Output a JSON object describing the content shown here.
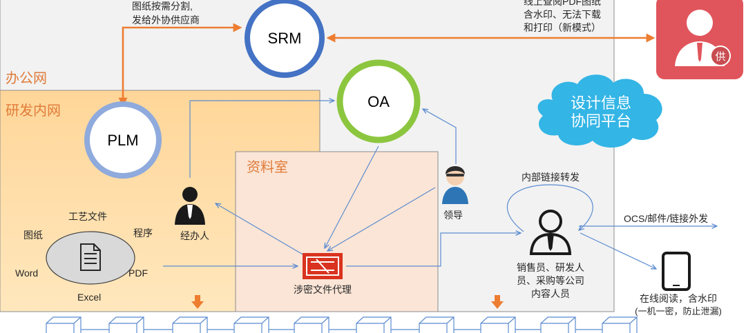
{
  "zones": {
    "office_net": "办公网",
    "rd_net": "研发内网",
    "archive_room": "资料室"
  },
  "nodes": {
    "srm": "SRM",
    "oa": "OA",
    "plm": "PLM"
  },
  "cloud": {
    "line1": "设计信息",
    "line2": "协同平台"
  },
  "annotations": {
    "split_line1": "图纸按需分割,",
    "split_line2": "发给外协供应商",
    "online_line1": "线上查阅PDF图纸",
    "online_line2": "含水印、无法下载",
    "online_line3": "和打印（新模式）",
    "internal_forward": "内部链接转发",
    "external_forward": "OCS/邮件/链接外发"
  },
  "people": {
    "handler": "经办人",
    "leader": "领导",
    "sales_line1": "销售员、研发人",
    "sales_line2": "员、采购等公司",
    "sales_line3": "内容人员",
    "supplier_badge": "供"
  },
  "files": {
    "drawing": "图纸",
    "process_doc": "工艺文件",
    "program": "程序",
    "word": "Word",
    "pdf": "PDF",
    "excel": "Excel"
  },
  "proxy": {
    "label": "涉密文件代理"
  },
  "tablet": {
    "line1": "在线阅读，含水印",
    "line2": "(一机一密，防止泄漏)"
  },
  "colors": {
    "orange_text": "#E07B39",
    "orange_arrow": "#ED7D31",
    "srm_ring": "#4472C4",
    "oa_ring": "#8CC63F",
    "plm_ring": "#8FAADC",
    "cloud": "#33B5E5",
    "supplier_box": "#E0555B",
    "proxy_red": "#D9331F",
    "blue_line": "#5B8BD0"
  }
}
